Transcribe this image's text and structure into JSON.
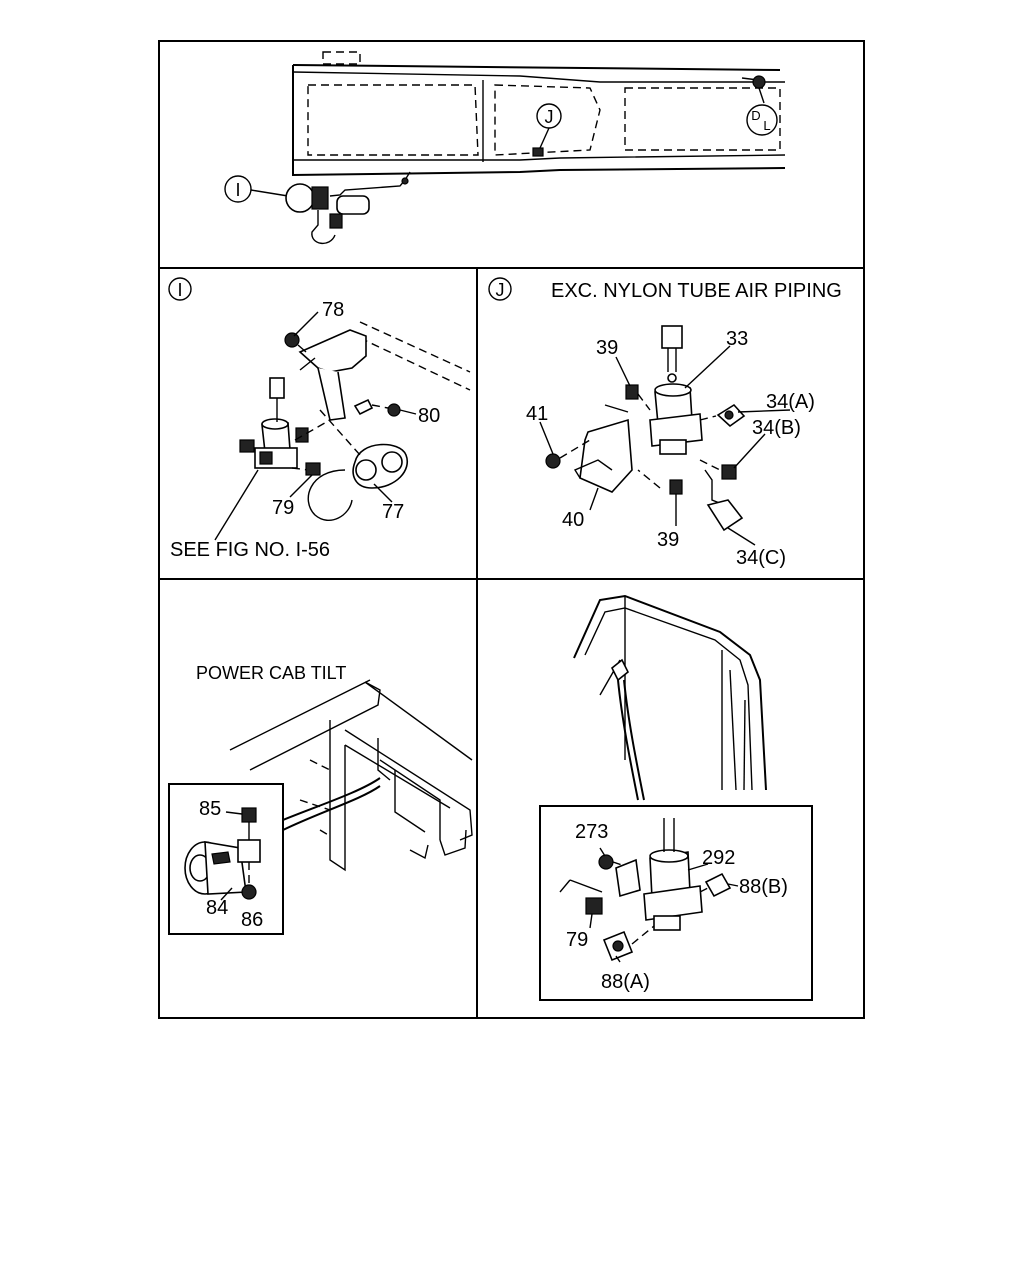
{
  "callouts": {
    "top_I": "I",
    "top_J": "J",
    "top_DL_top": "D",
    "top_DL_bottom": "L",
    "panel_I": "I",
    "panel_J": "J"
  },
  "panel_I": {
    "parts": [
      "78",
      "80",
      "79",
      "77"
    ],
    "reference": "SEE FIG NO. I-56"
  },
  "panel_J": {
    "heading": "EXC. NYLON TUBE AIR PIPING",
    "parts": [
      "39",
      "33",
      "34(A)",
      "41",
      "34(B)",
      "40",
      "39",
      "34(C)"
    ]
  },
  "panel_cab": {
    "heading": "POWER CAB TILT",
    "parts": [
      "85",
      "84",
      "86"
    ]
  },
  "panel_door": {
    "parts": [
      "273",
      "292",
      "88(B)",
      "79",
      "88(A)"
    ]
  }
}
